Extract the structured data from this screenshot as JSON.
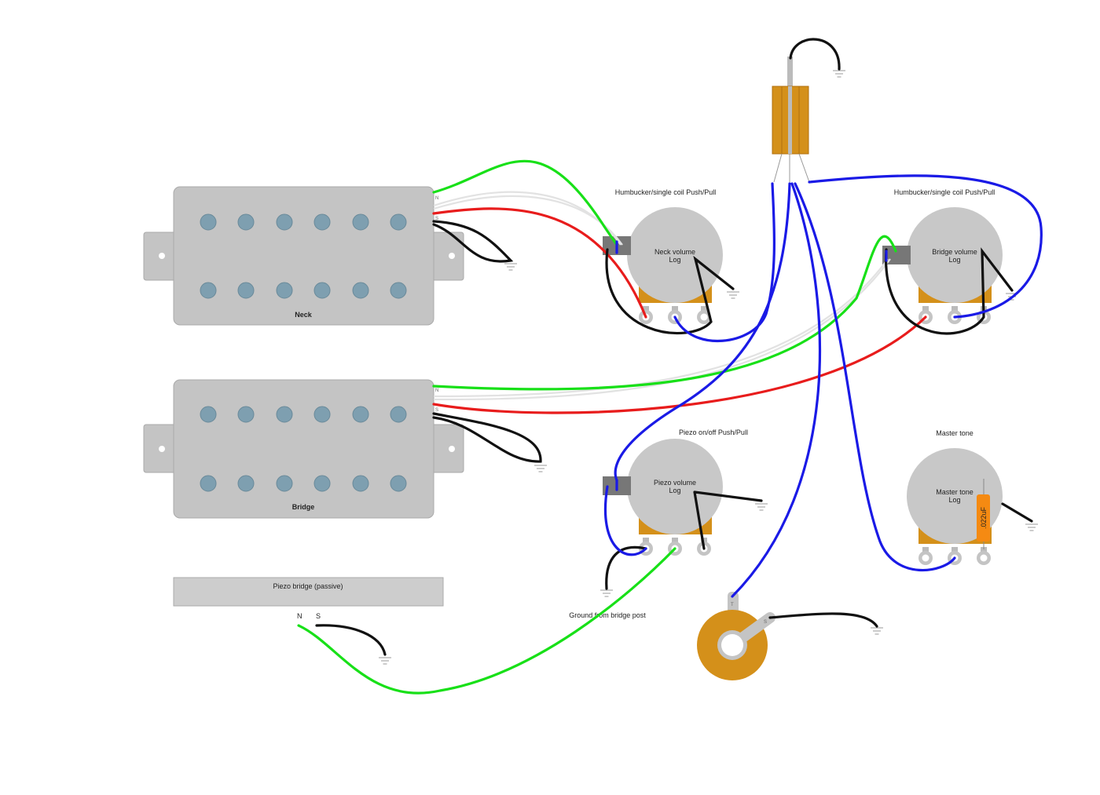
{
  "pickups": {
    "neck": {
      "label": "Neck",
      "lead_n": "N",
      "lead_s": "S"
    },
    "bridge": {
      "label": "Bridge",
      "lead_n": "N",
      "lead_s": "S"
    },
    "piezo": {
      "label": "Piezo bridge (passive)",
      "lead_n": "N",
      "lead_s": "S"
    }
  },
  "pots": {
    "neck": {
      "switch_title": "Humbucker/single coil Push/Pull",
      "name": "Neck volume",
      "taper": "Log"
    },
    "bridge": {
      "switch_title": "Humbucker/single coil Push/Pull",
      "name": "Bridge volume",
      "taper": "Log"
    },
    "piezo": {
      "switch_title": "Piezo on/off Push/Pull",
      "name": "Piezo volume",
      "taper": "Log"
    },
    "tone": {
      "title": "Master tone",
      "name": "Master tone",
      "taper": "Log",
      "capacitor": ".022uF"
    }
  },
  "jack": {
    "tip": "T",
    "sleeve": "S"
  },
  "notes": {
    "bridge_ground": "Ground from bridge post"
  },
  "colors": {
    "hot": "#e81c1c",
    "north": "#18e018",
    "signal": "#1a1ae6",
    "ground": "#111111",
    "pot_base": "#d4901a"
  }
}
